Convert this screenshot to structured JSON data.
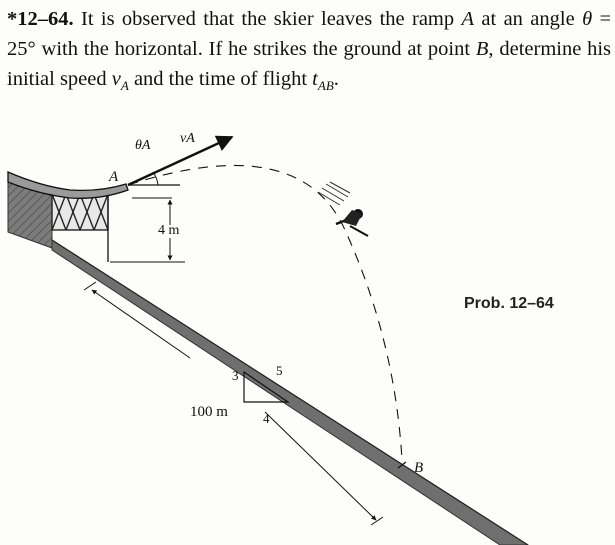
{
  "problem": {
    "number": "*12–64.",
    "line1_text": "It is observed that the skier leaves the ramp",
    "point_a": "A",
    "line1_at": "at",
    "line2_an_angle": "an angle",
    "theta": "θ",
    "angle_value": "= 25°",
    "line2_rest": "with the horizontal. If he strikes the",
    "line3_text_a": "ground at point",
    "point_b": "B",
    "line3_text_b": ", determine his initial speed",
    "v_sym": "v",
    "v_sub": "A",
    "line3_and_the": "and the",
    "line4_text": "time of flight",
    "t_sym": "t",
    "t_sub": "AB",
    "period": "."
  },
  "figure": {
    "label_theta_a": "θA",
    "label_v_a": "vA",
    "label_point_a": "A",
    "label_height": "4 m",
    "label_distance": "100 m",
    "slope_rise": "3",
    "slope_run": "4",
    "slope_hyp": "5",
    "label_point_b": "B",
    "caption": "Prob. 12–64"
  },
  "colors": {
    "slope_fill": "#6f6f6f",
    "tower_fill": "#8a8a8a",
    "line": "#111111"
  }
}
